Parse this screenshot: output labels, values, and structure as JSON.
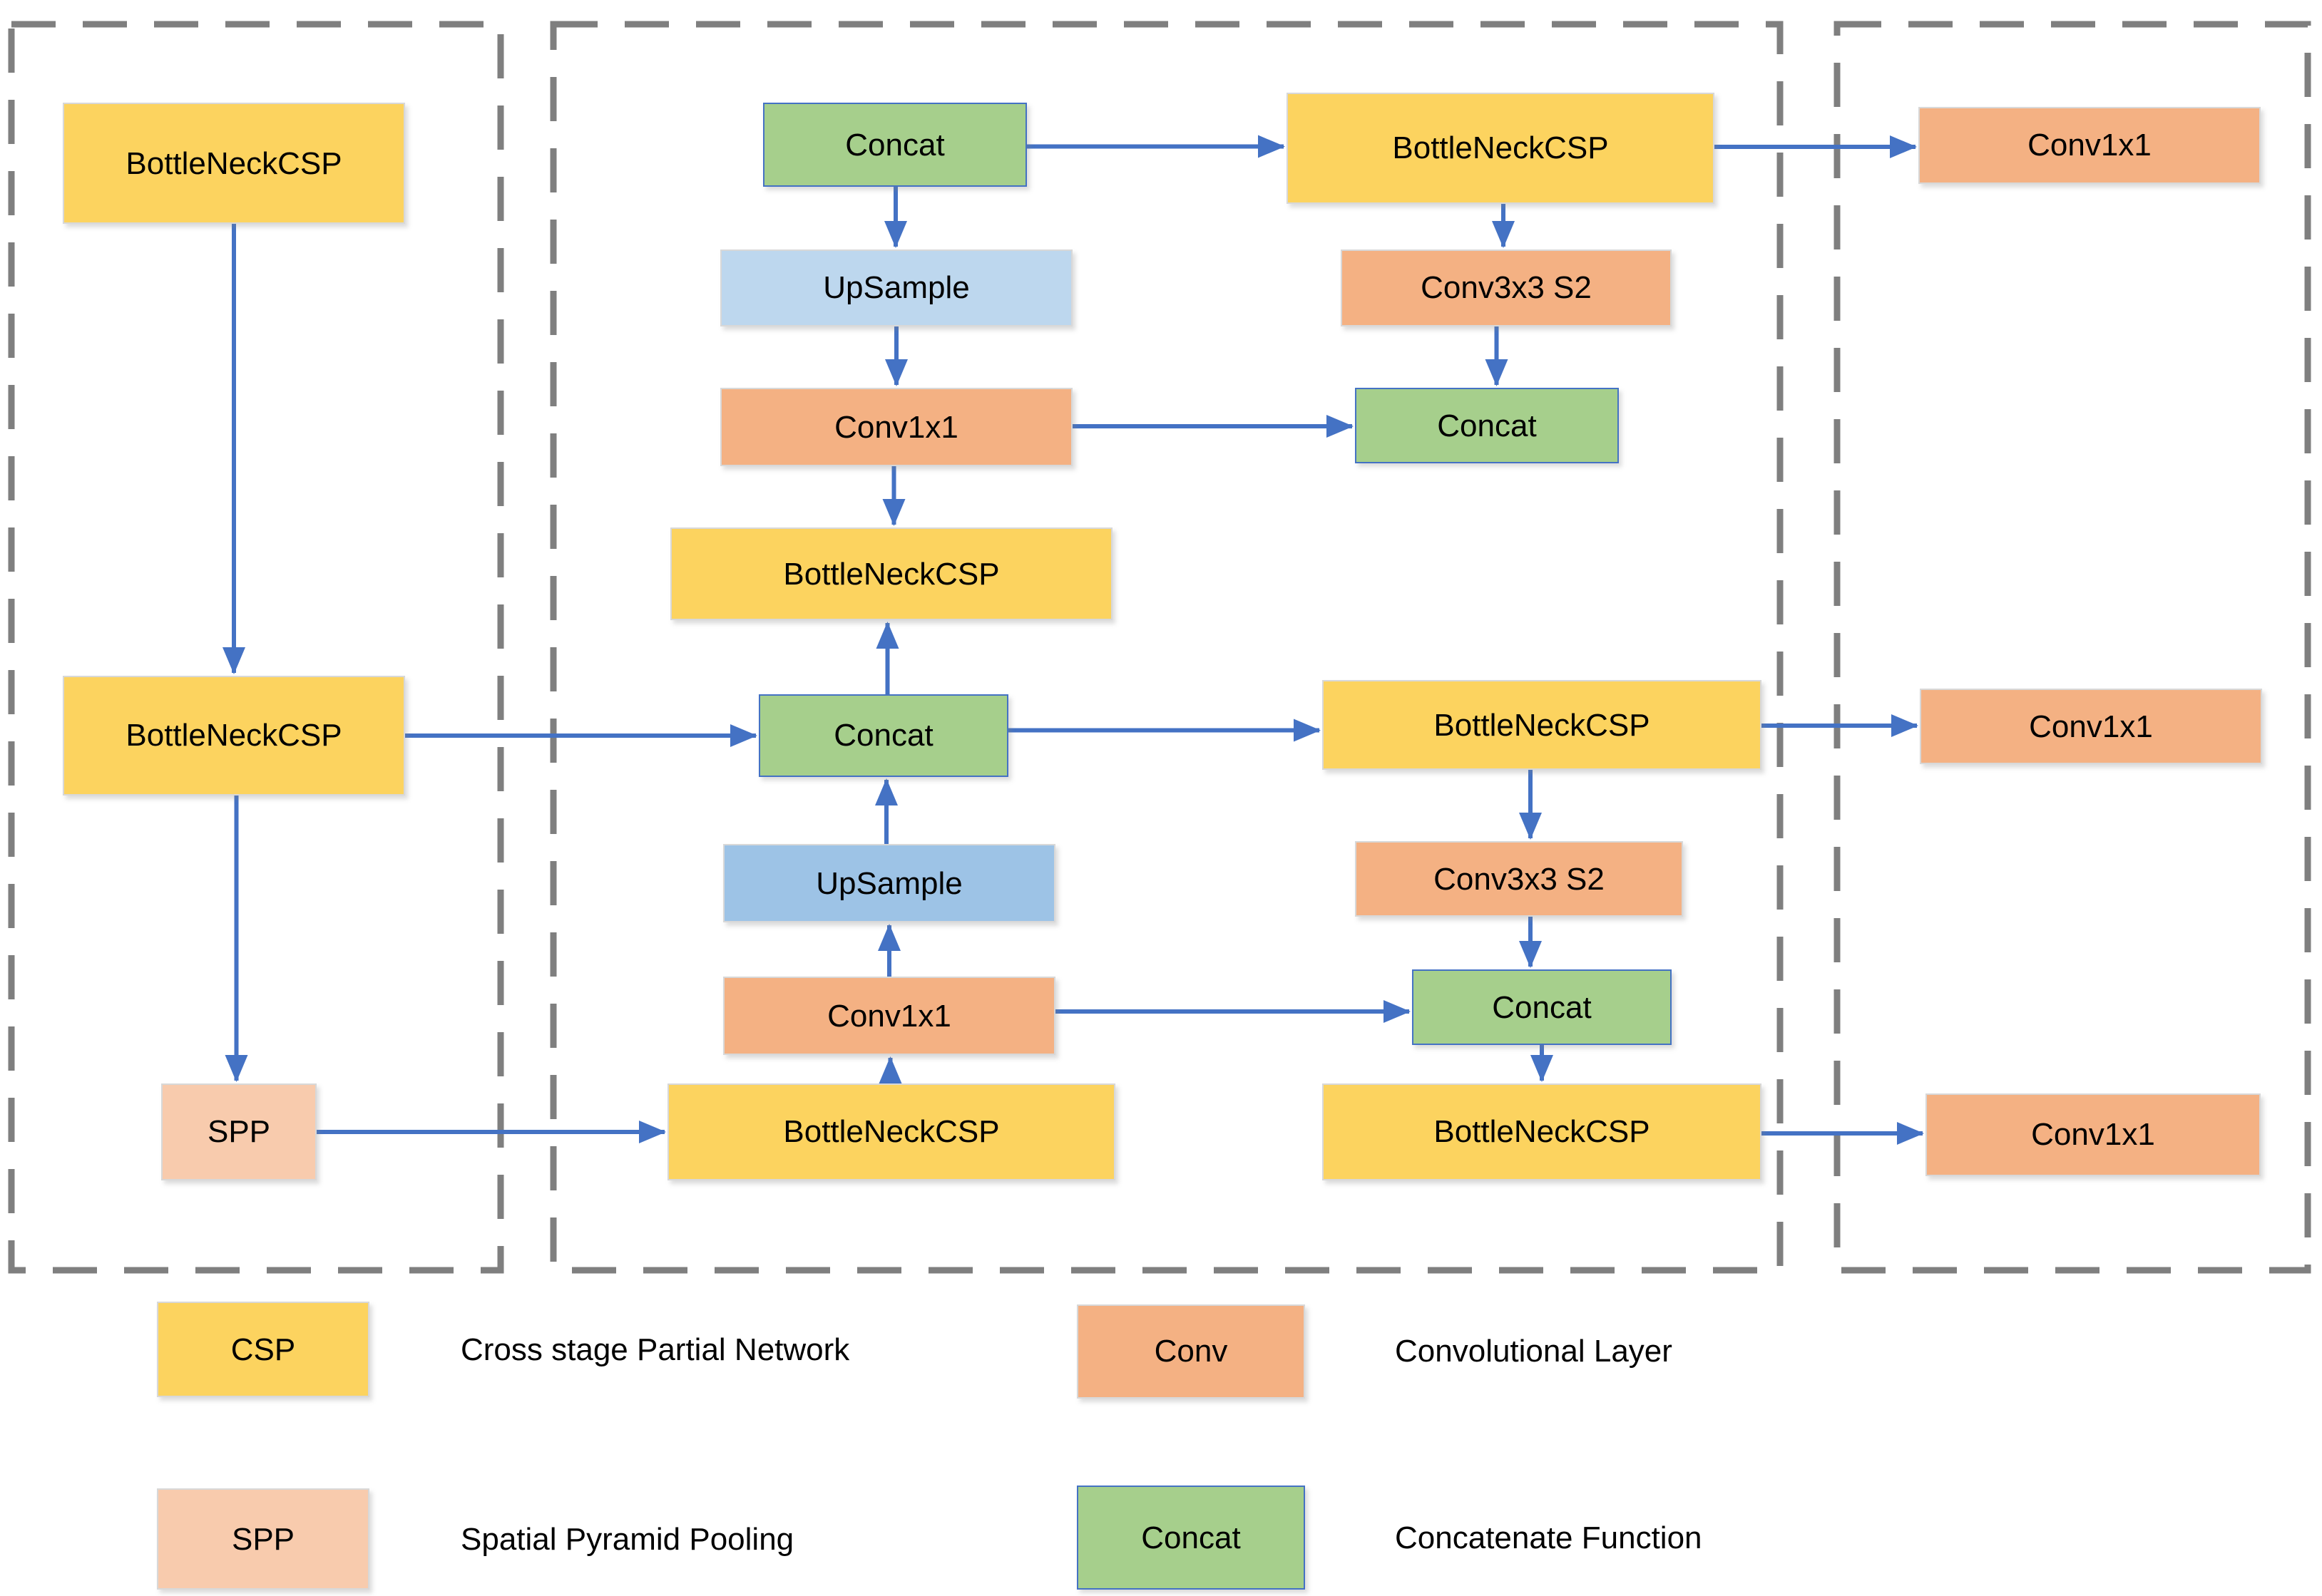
{
  "palette": {
    "csp": "#FCD35F",
    "conv": "#F4B183",
    "concat": "#A6CF8C",
    "spp": "#F8CBAD",
    "upsample_light": "#BDD7EE",
    "upsample_dark": "#9DC3E6",
    "arrow": "#4472C4",
    "dash": "#7F7F7F",
    "border_light": "#D8D8D8",
    "text": "#000000"
  },
  "nodes": [
    {
      "id": "bb-left-top",
      "label": "BottleNeckCSP",
      "type": "csp"
    },
    {
      "id": "bb-left-mid",
      "label": "BottleNeckCSP",
      "type": "csp"
    },
    {
      "id": "spp",
      "label": "SPP",
      "type": "spp"
    },
    {
      "id": "concat-top",
      "label": "Concat",
      "type": "concat"
    },
    {
      "id": "bb-top-right",
      "label": "BottleNeckCSP",
      "type": "csp"
    },
    {
      "id": "conv1x1-out-top",
      "label": "Conv1x1",
      "type": "conv"
    },
    {
      "id": "upsample-top",
      "label": "UpSample",
      "type": "upsample_light"
    },
    {
      "id": "conv3x3-top",
      "label": "Conv3x3 S2",
      "type": "conv"
    },
    {
      "id": "conv1x1-mid-top",
      "label": "Conv1x1",
      "type": "conv"
    },
    {
      "id": "concat-right-top",
      "label": "Concat",
      "type": "concat"
    },
    {
      "id": "bb-mid",
      "label": "BottleNeckCSP",
      "type": "csp"
    },
    {
      "id": "concat-mid",
      "label": "Concat",
      "type": "concat"
    },
    {
      "id": "bb-mid-right",
      "label": "BottleNeckCSP",
      "type": "csp"
    },
    {
      "id": "conv1x1-out-mid",
      "label": "Conv1x1",
      "type": "conv"
    },
    {
      "id": "upsample-bottom",
      "label": "UpSample",
      "type": "upsample_dark"
    },
    {
      "id": "conv3x3-bottom",
      "label": "Conv3x3 S2",
      "type": "conv"
    },
    {
      "id": "conv1x1-mid-bottom",
      "label": "Conv1x1",
      "type": "conv"
    },
    {
      "id": "concat-right-bottom",
      "label": "Concat",
      "type": "concat"
    },
    {
      "id": "bb-bottom-mid",
      "label": "BottleNeckCSP",
      "type": "csp"
    },
    {
      "id": "bb-bottom-right",
      "label": "BottleNeckCSP",
      "type": "csp"
    },
    {
      "id": "conv1x1-out-bottom",
      "label": "Conv1x1",
      "type": "conv"
    }
  ],
  "edges": [
    {
      "from": "bb-left-top",
      "to": "bb-left-mid",
      "dir": "down"
    },
    {
      "from": "bb-left-mid",
      "to": "spp",
      "dir": "down"
    },
    {
      "from": "bb-left-mid",
      "to": "concat-mid",
      "dir": "right"
    },
    {
      "from": "spp",
      "to": "bb-bottom-mid",
      "dir": "right"
    },
    {
      "from": "bb-bottom-mid",
      "to": "conv1x1-mid-bottom",
      "dir": "up"
    },
    {
      "from": "conv1x1-mid-bottom",
      "to": "upsample-bottom",
      "dir": "up"
    },
    {
      "from": "conv1x1-mid-bottom",
      "to": "concat-right-bottom",
      "dir": "right"
    },
    {
      "from": "upsample-bottom",
      "to": "concat-mid",
      "dir": "up"
    },
    {
      "from": "concat-mid",
      "to": "bb-mid",
      "dir": "up"
    },
    {
      "from": "concat-mid",
      "to": "bb-mid-right",
      "dir": "right"
    },
    {
      "from": "conv1x1-mid-top",
      "to": "bb-mid",
      "dir": "down"
    },
    {
      "from": "upsample-top",
      "to": "conv1x1-mid-top",
      "dir": "down"
    },
    {
      "from": "concat-top",
      "to": "upsample-top",
      "dir": "down"
    },
    {
      "from": "concat-top",
      "to": "bb-top-right",
      "dir": "right"
    },
    {
      "from": "conv1x1-mid-top",
      "to": "concat-right-top",
      "dir": "right"
    },
    {
      "from": "bb-top-right",
      "to": "conv1x1-out-top",
      "dir": "right"
    },
    {
      "from": "bb-top-right",
      "to": "conv3x3-top",
      "dir": "down"
    },
    {
      "from": "conv3x3-top",
      "to": "concat-right-top",
      "dir": "down"
    },
    {
      "from": "bb-mid-right",
      "to": "conv1x1-out-mid",
      "dir": "right"
    },
    {
      "from": "bb-mid-right",
      "to": "conv3x3-bottom",
      "dir": "down"
    },
    {
      "from": "conv3x3-bottom",
      "to": "concat-right-bottom",
      "dir": "down"
    },
    {
      "from": "concat-right-bottom",
      "to": "bb-bottom-right",
      "dir": "down"
    },
    {
      "from": "bb-bottom-right",
      "to": "conv1x1-out-bottom",
      "dir": "right"
    }
  ],
  "legend": [
    {
      "swatch": "CSP",
      "type": "csp",
      "description": "Cross stage Partial Network"
    },
    {
      "swatch": "Conv",
      "type": "conv",
      "description": "Convolutional Layer"
    },
    {
      "swatch": "SPP",
      "type": "spp",
      "description": "Spatial Pyramid Pooling"
    },
    {
      "swatch": "Concat",
      "type": "concat",
      "description": "Concatenate Function"
    }
  ]
}
